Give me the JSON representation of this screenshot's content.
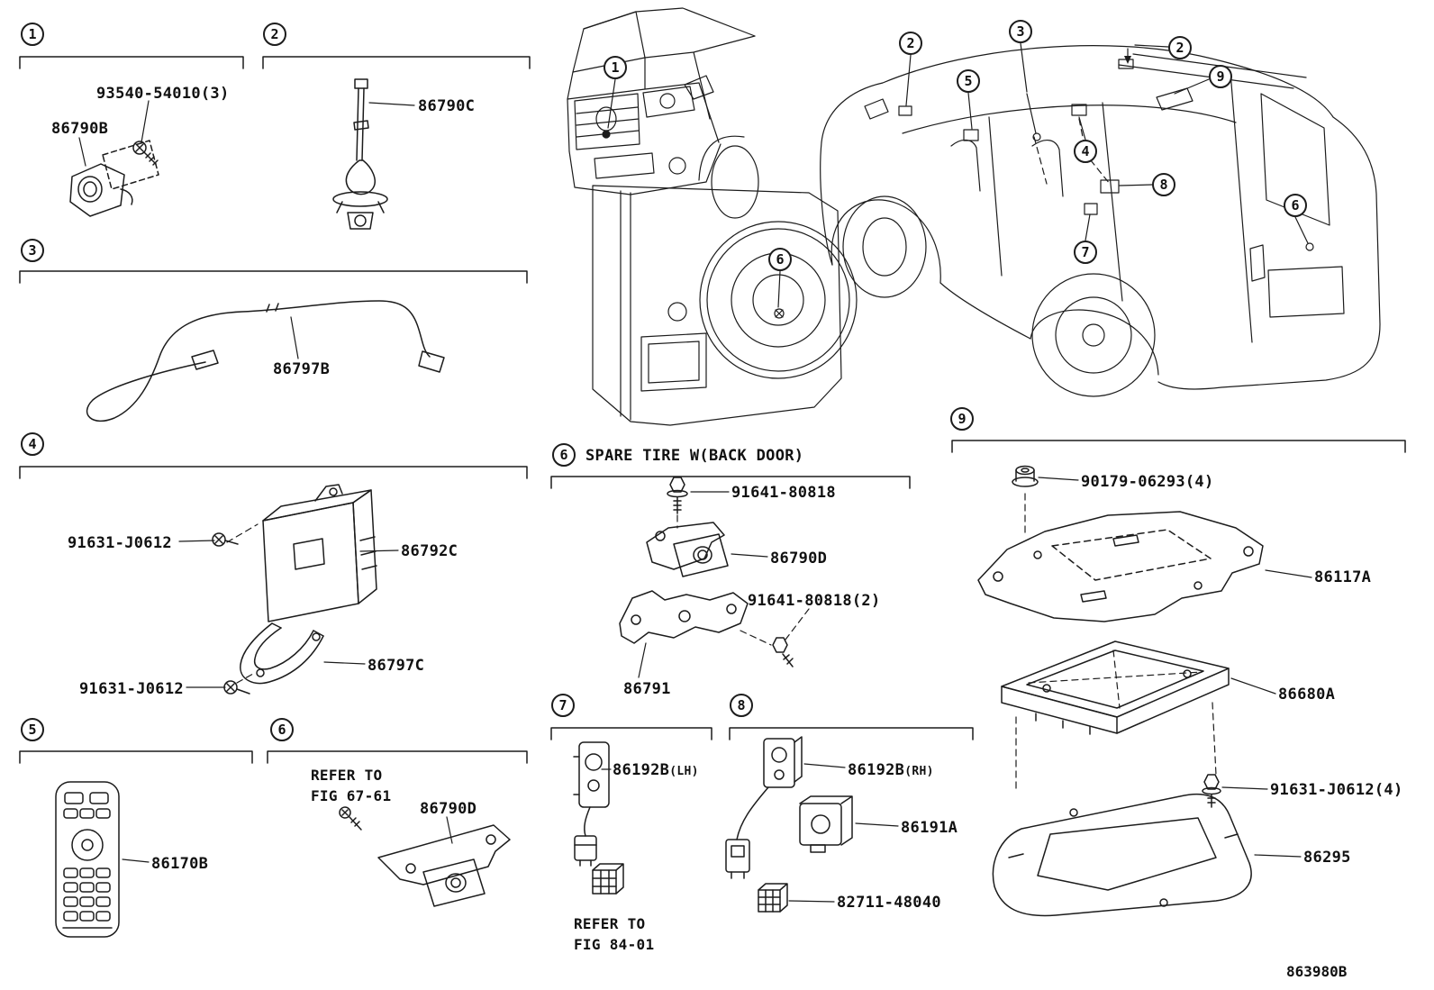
{
  "page": {
    "bg_color": "#ffffff",
    "line_color": "#1c1c1c",
    "footer_code": "863980B"
  },
  "callouts": [
    "1",
    "2",
    "3",
    "4",
    "5",
    "6",
    "7",
    "8",
    "9"
  ],
  "spare_tire": {
    "heading": "SPARE TIRE W(BACK DOOR)"
  },
  "parts": {
    "s1_screw": "93540-54010(3)",
    "s1_camera": "86790B",
    "s2_camera": "86790C",
    "s3_harness": "86797B",
    "s4_screw_top": "91631-J0612",
    "s4_ecu": "86792C",
    "s4_bracket": "86797C",
    "s4_screw_bottom": "91631-J0612",
    "s5_remote": "86170B",
    "s6_refer_line1": "REFER TO",
    "s6_refer_line2": "FIG 67-61",
    "s6_camera": "86790D",
    "st_bolt": "91641-80818",
    "st_camera": "86790D",
    "st_bolt2": "91641-80818(2)",
    "st_bracket": "86791",
    "s7_switch": "86192B",
    "s7_side": "(LH)",
    "s7_refer_line1": "REFER TO",
    "s7_refer_line2": "FIG 84-01",
    "s8_switch": "86192B",
    "s8_side": "(RH)",
    "s8_unit": "86191A",
    "s8_clip": "82711-48040",
    "s9_nut": "90179-06293(4)",
    "s9_plate": "86117A",
    "s9_display": "86680A",
    "s9_bolt": "91631-J0612(4)",
    "s9_cover": "86295"
  }
}
